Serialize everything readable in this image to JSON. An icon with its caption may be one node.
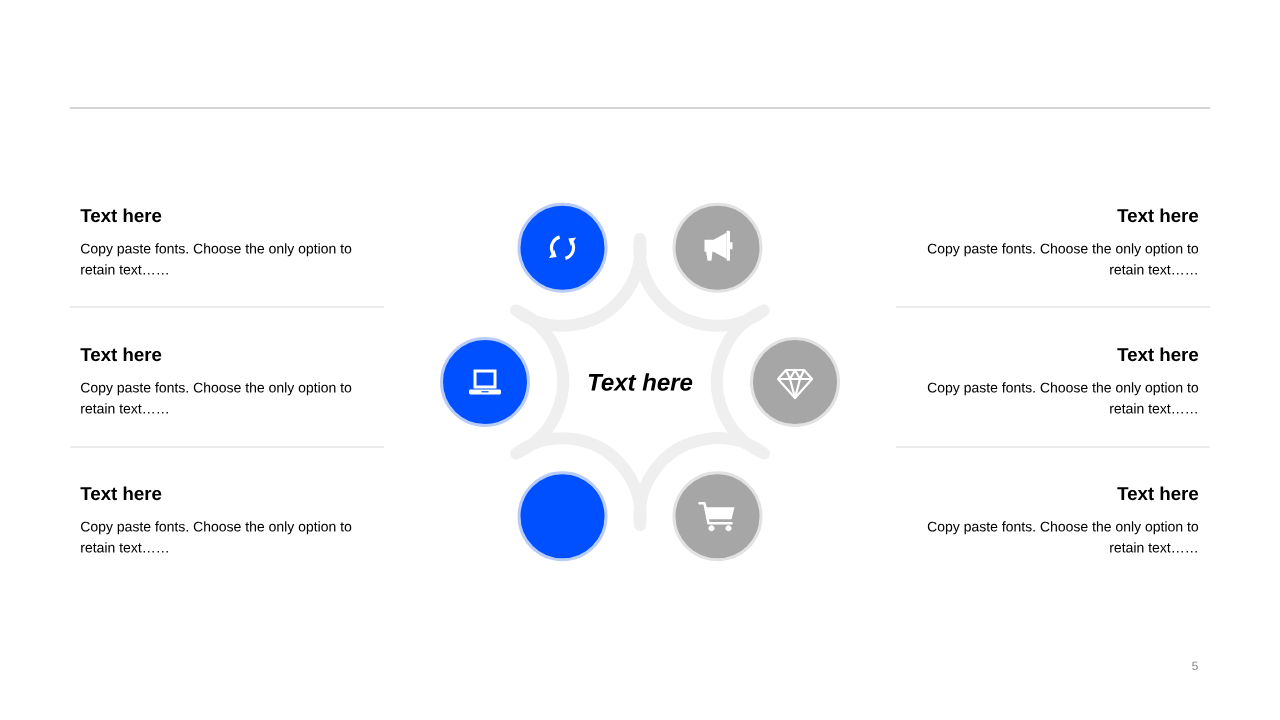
{
  "diagram": {
    "nodes": [
      {
        "text": [
          "Text here"
        ]
      },
      {
        "text": [],
        "shape": "circle"
      },
      {
        "text": [],
        "shape": "circle"
      },
      {
        "text": [],
        "shape": "circle"
      },
      {
        "text": [],
        "shape": "circle"
      },
      {
        "text": [],
        "shape": "circle"
      },
      {
        "text": [],
        "shape": "circle"
      }
    ],
    "labels": [
      "Text here",
      "Copy paste fonts. Choose the only option to retain text……",
      "Text here",
      "Copy paste fonts. Choose the only option to retain text……",
      "Text here",
      "Copy paste fonts. Choose the only option to retain text……",
      "Text here",
      "Copy paste fonts. Choose the only option to retain text……",
      "Text here",
      "Copy paste fonts. Choose the only option to retain text……",
      "Text here",
      "Copy paste fonts. Choose the only option to retain text……",
      "5"
    ]
  }
}
